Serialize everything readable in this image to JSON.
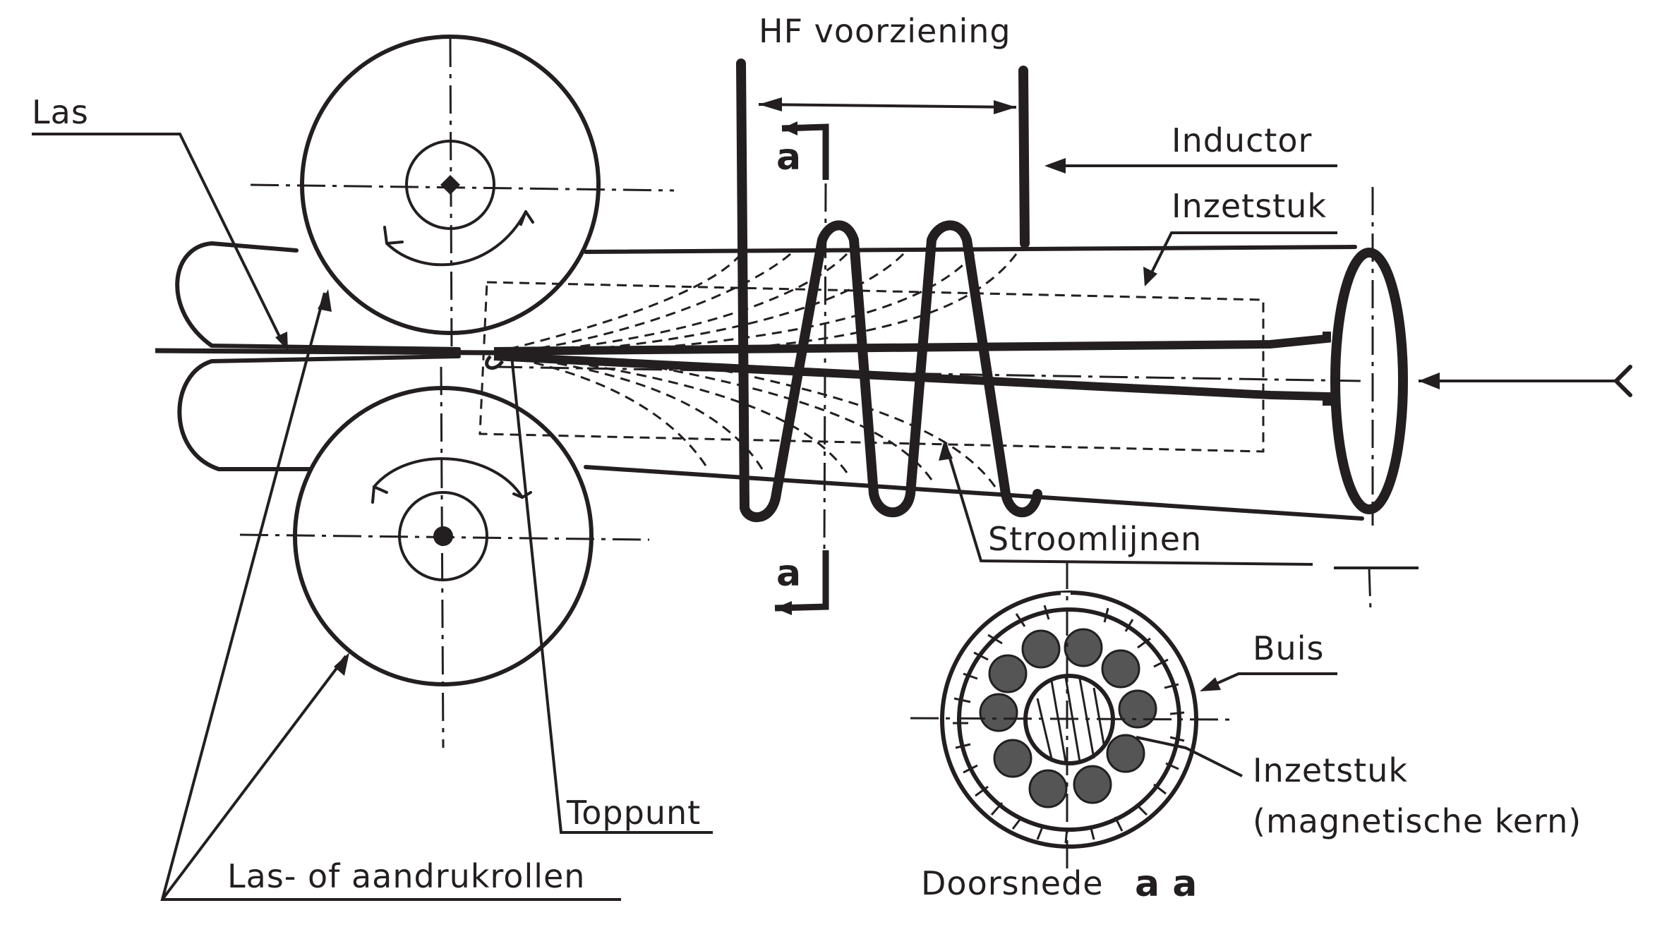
{
  "labels": {
    "hf": "HF voorziening",
    "las": "Las",
    "inductor": "Inductor",
    "inzetstuk": "Inzetstuk",
    "stroomlijnen": "Stroomlijnen",
    "buis": "Buis",
    "inzetstuk_kern_1": "Inzetstuk",
    "inzetstuk_kern_2": "(magnetische kern)",
    "toppunt": "Toppunt",
    "rollen": "Las- of aandrukrollen",
    "doorsnede": "Doorsnede",
    "section_marks": "a a",
    "section_a_top": "a",
    "section_a_bottom": "a"
  }
}
